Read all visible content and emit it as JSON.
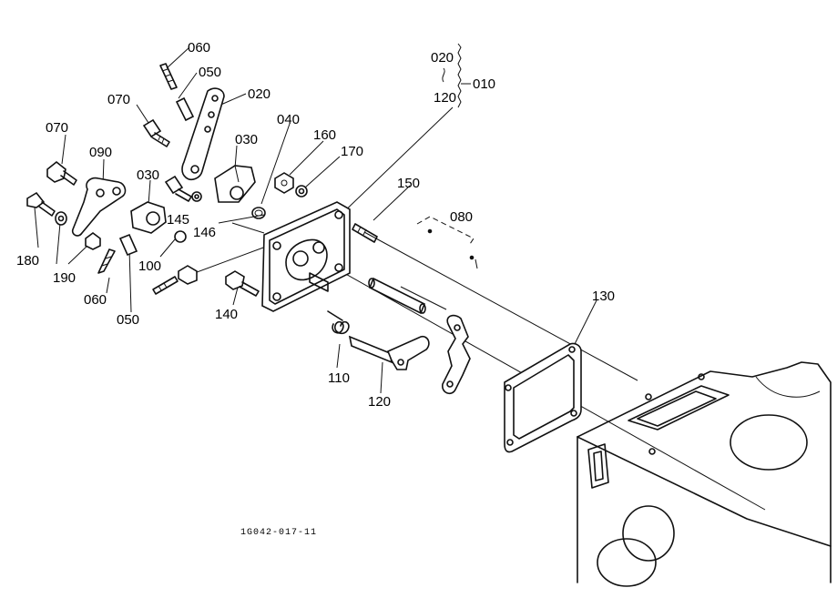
{
  "labels": {
    "l060a": "060",
    "l050a": "050",
    "l070a": "070",
    "l020a": "020",
    "l030a": "030",
    "l040": "040",
    "l160": "160",
    "l170": "170",
    "l020b": "020",
    "l010": "010",
    "l120a": "120",
    "l070b": "070",
    "l090": "090",
    "l030b": "030",
    "l145": "145",
    "l146": "146",
    "l150": "150",
    "l080": "080",
    "l180": "180",
    "l190": "190",
    "l100": "100",
    "l060b": "060",
    "l050b": "050",
    "l140": "140",
    "l130": "130",
    "l110": "110",
    "l120b": "120"
  },
  "drawing_code": "1G042-017-11"
}
